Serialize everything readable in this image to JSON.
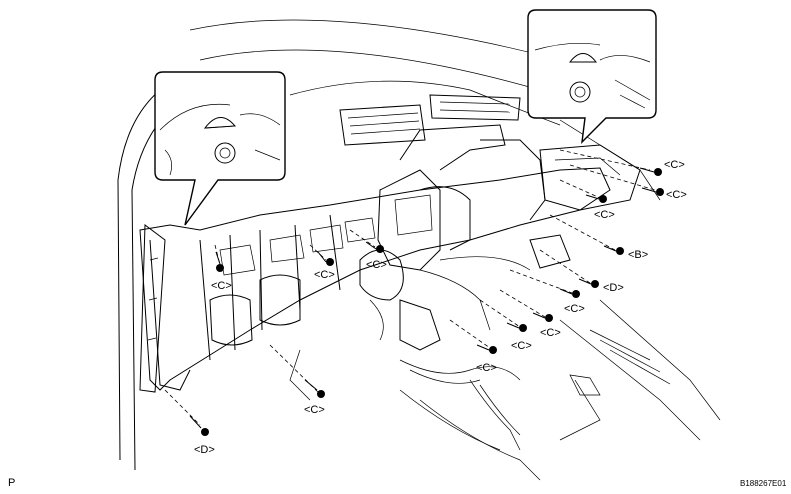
{
  "diagram": {
    "callouts": [
      {
        "label": "<C>"
      },
      {
        "label": "<C>"
      },
      {
        "label": "<C>"
      },
      {
        "label": "<B>"
      },
      {
        "label": "<D>"
      },
      {
        "label": "<C>"
      },
      {
        "label": "<C>"
      },
      {
        "label": "<C>"
      },
      {
        "label": "<C>"
      },
      {
        "label": "<C>"
      },
      {
        "label": "<C>"
      },
      {
        "label": "<C>"
      },
      {
        "label": "<C>"
      },
      {
        "label": "<D>"
      }
    ],
    "corner_mark": "P",
    "figure_code": "B188267E01"
  }
}
